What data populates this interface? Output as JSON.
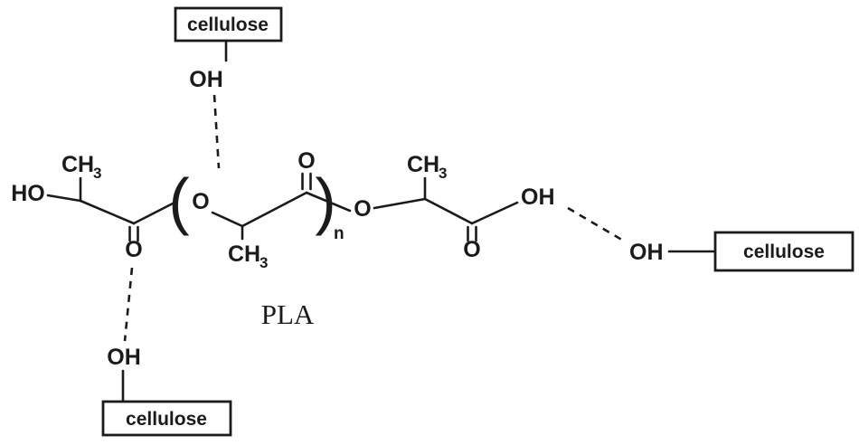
{
  "diagram": {
    "title": "PLA",
    "boxes": {
      "top": "cellulose",
      "right": "cellulose",
      "bottom": "cellulose"
    },
    "labels": {
      "oh": "OH",
      "ho": "HO",
      "o": "O",
      "ch": "CH",
      "three": "3",
      "n": "n",
      "open_paren": "(",
      "close_paren": ")"
    }
  }
}
